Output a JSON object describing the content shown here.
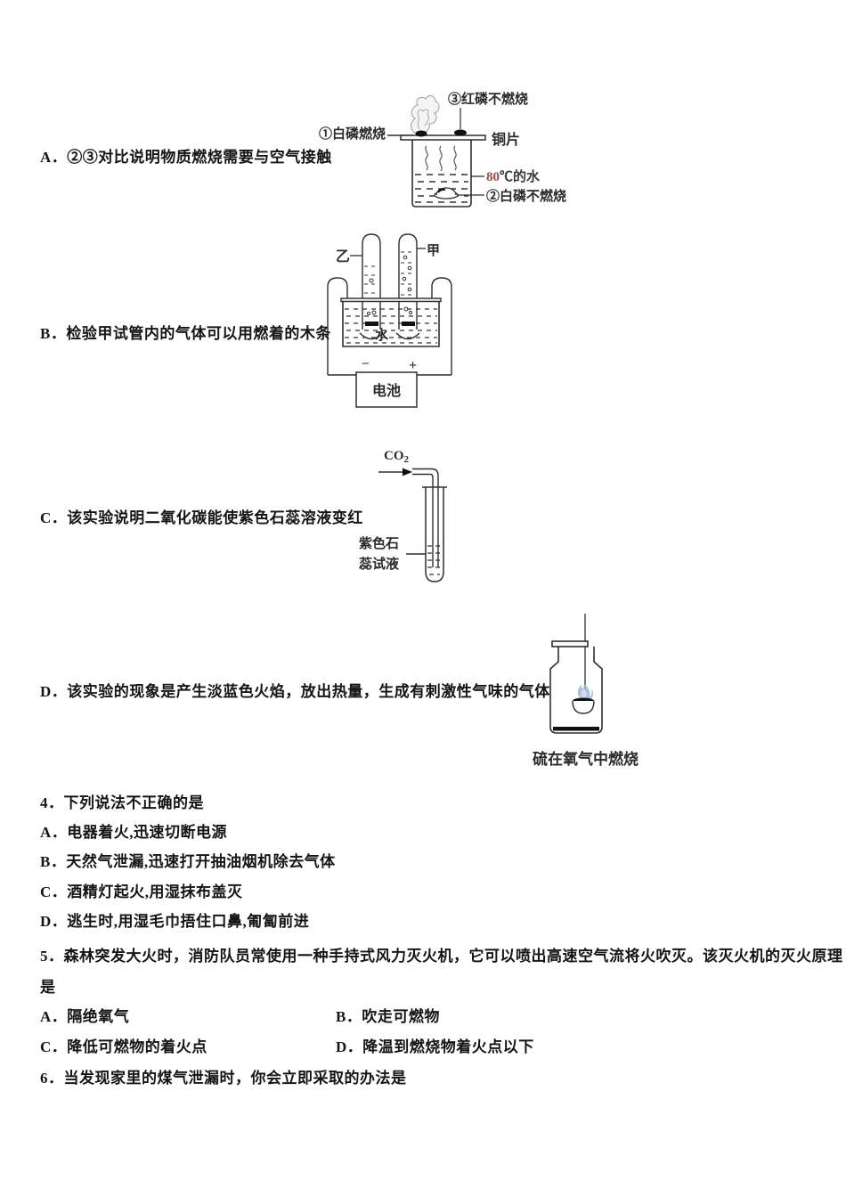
{
  "colors": {
    "ink": "#151515",
    "line_art": "#2f2f2f",
    "smoke_gray": "#9a9a9a",
    "water_label_red": "#9a4b40",
    "flame_blue": "#9fb4dd",
    "flame_blue_light": "#cfdcf2"
  },
  "q3": {
    "optionA": "A．②③对比说明物质燃烧需要与空气接触",
    "optionB": "B．检验甲试管内的气体可以用燃着的木条",
    "optionC": "C．该实验说明二氧化碳能使紫色石蕊溶液变红",
    "optionD": "D．该实验的现象是产生淡蓝色火焰，放出热量，生成有刺激性气味的气体"
  },
  "diagrams": {
    "phosphorus": {
      "label_red_p_top": "③红磷不燃烧",
      "label_white_p_burn": "①白磷燃烧",
      "label_copper": "铜片",
      "label_water_num": "80",
      "label_water_rest": "℃的水",
      "label_white_p_noburn": "②白磷不燃烧"
    },
    "electrolysis": {
      "label_left_tube": "乙",
      "label_right_tube": "甲",
      "label_water": "水",
      "minus": "−",
      "plus": "+",
      "battery": "电池"
    },
    "co2": {
      "gas_main": "CO",
      "gas_sub": "2",
      "label_line1": "紫色石",
      "label_line2": "蕊试液"
    },
    "sulfur": {
      "caption": "硫在氧气中燃烧"
    }
  },
  "q4": {
    "stem": "4．下列说法不正确的是",
    "optionA": "A．电器着火,迅速切断电源",
    "optionB": "B．天然气泄漏,迅速打开抽油烟机除去气体",
    "optionC": "C．酒精灯起火,用湿抹布盖灭",
    "optionD": "D．逃生时,用湿毛巾捂住口鼻,匍匐前进"
  },
  "q5": {
    "stem_line1": "5．森林突发大火时，消防队员常使用一种手持式风力灭火机，它可以喷出高速空气流将火吹灭。该灭火机的灭火原理",
    "stem_line2": "是",
    "optionA": "A．隔绝氧气",
    "optionB": "B．吹走可燃物",
    "optionC": "C．降低可燃物的着火点",
    "optionD": "D．降温到燃烧物着火点以下"
  },
  "q6": {
    "stem": "6．当发现家里的煤气泄漏时，你会立即采取的办法是"
  }
}
